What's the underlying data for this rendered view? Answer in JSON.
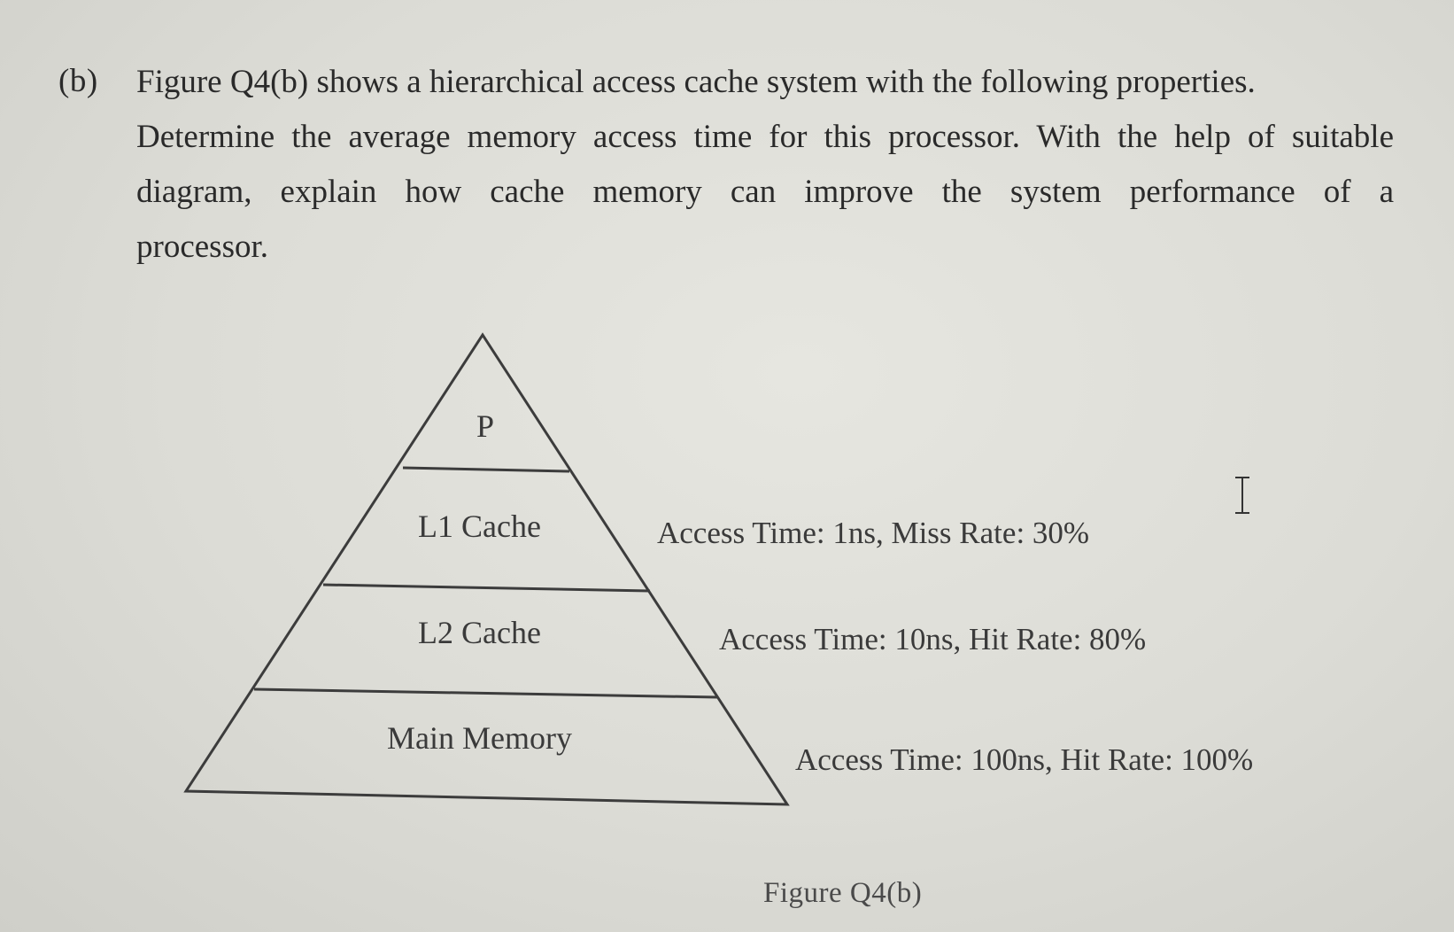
{
  "question": {
    "label": "(b)",
    "lines": [
      "Figure Q4(b) shows a hierarchical access cache system with the following properties.",
      "Determine the average memory access time for this processor. With the help of suitable",
      "diagram, explain how cache memory can improve the system performance of a",
      "processor."
    ]
  },
  "figure": {
    "levels": [
      {
        "name": "P"
      },
      {
        "name": "L1 Cache",
        "properties": "Access Time: 1ns, Miss Rate: 30%"
      },
      {
        "name": "L2 Cache",
        "properties": "Access Time: 10ns, Hit Rate: 80%"
      },
      {
        "name": "Main Memory",
        "properties": "Access Time: 100ns, Hit Rate: 100%"
      }
    ],
    "caption": "Figure Q4(b)"
  },
  "cursor": {
    "icon": "text-cursor-icon"
  }
}
